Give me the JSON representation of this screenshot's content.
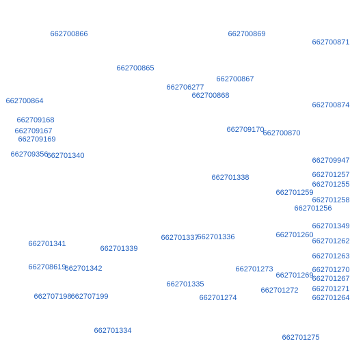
{
  "style": {
    "label_color": "#1f5fbf",
    "background": "#ffffff"
  },
  "labels": [
    "662700866",
    "662700869",
    "662700871",
    "662700865",
    "662700867",
    "662706277",
    "662700868",
    "662700864",
    "662700874",
    "662709168",
    "662709170",
    "662700870",
    "662709167",
    "662709169",
    "662709356",
    "662701340",
    "662709947",
    "662701257",
    "662701338",
    "662701255",
    "662701259",
    "662701258",
    "662701256",
    "662701349",
    "662701260",
    "662701337",
    "662701336",
    "662701262",
    "662701341",
    "662701339",
    "662701263",
    "662708619",
    "662701342",
    "662701273",
    "662701270",
    "662701269",
    "662701267",
    "662701335",
    "662701272",
    "662701271",
    "662707198",
    "662707199",
    "662701274",
    "662701264",
    "662701334",
    "662701275"
  ]
}
